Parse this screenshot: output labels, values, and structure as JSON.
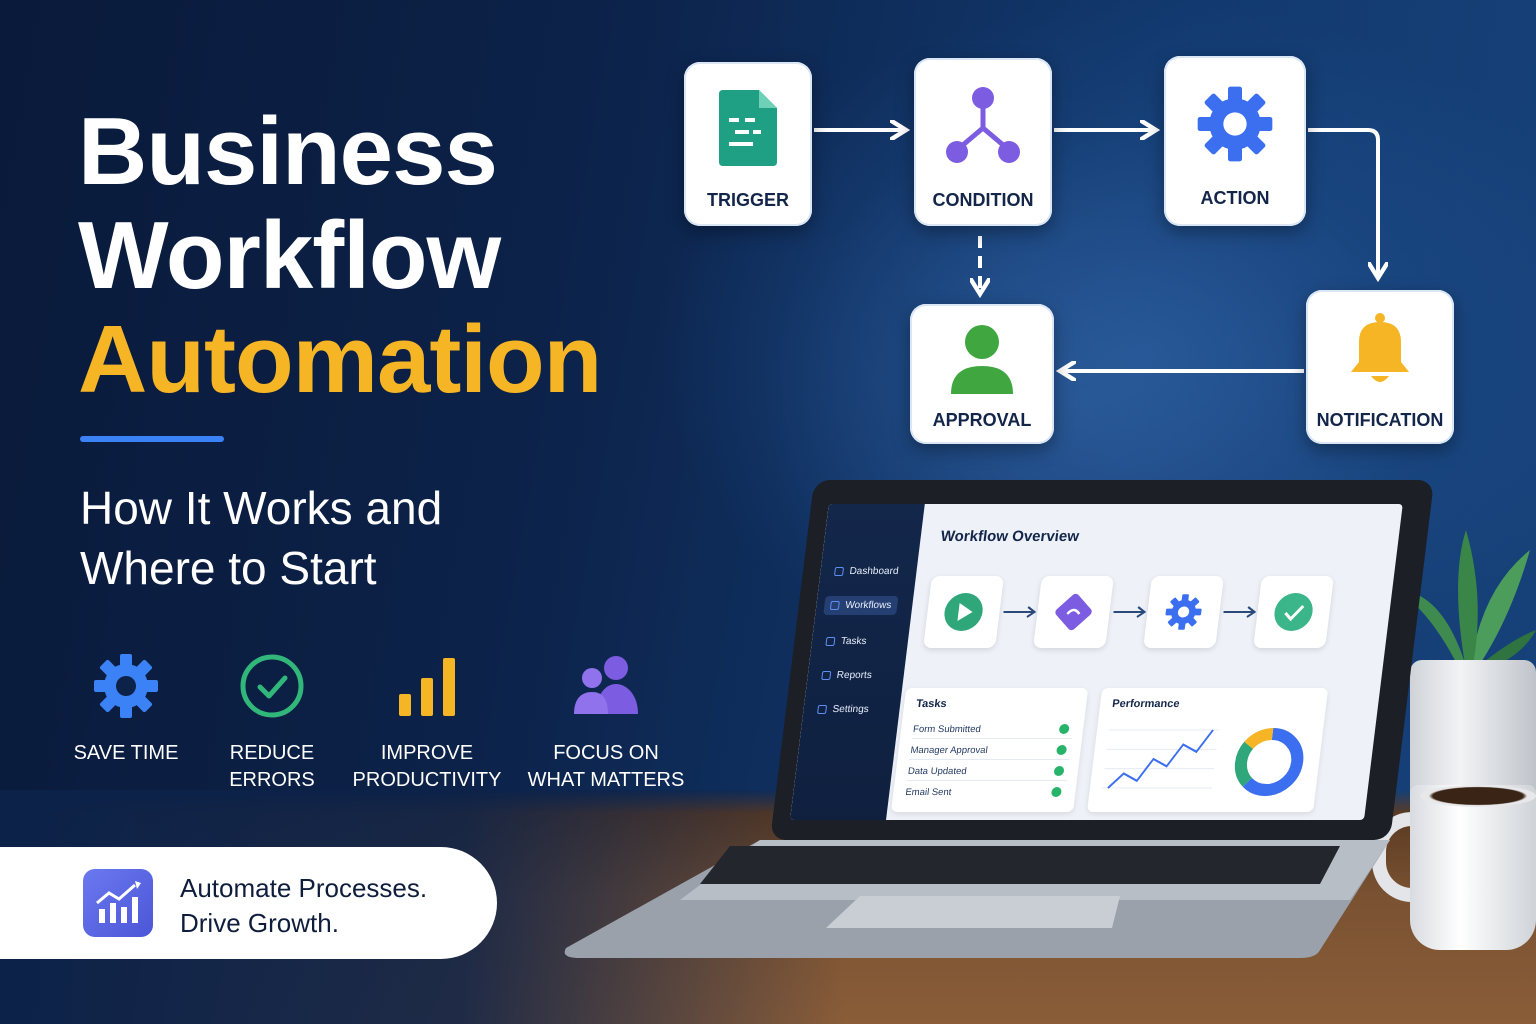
{
  "hero": {
    "title_line1": "Business",
    "title_line2": "Workflow",
    "title_line3": "Automation",
    "subtitle_line1": "How It Works and",
    "subtitle_line2": "Where to Start"
  },
  "colors": {
    "accent_yellow": "#f5b524",
    "accent_blue": "#3b82f6",
    "success_green": "#27b46a",
    "purple": "#7c5ce0"
  },
  "benefits": [
    {
      "icon": "gear-icon",
      "line1": "SAVE TIME",
      "line2": ""
    },
    {
      "icon": "check-circle-icon",
      "line1": "REDUCE",
      "line2": "ERRORS"
    },
    {
      "icon": "bar-chart-icon",
      "line1": "IMPROVE",
      "line2": "PRODUCTIVITY"
    },
    {
      "icon": "users-icon",
      "line1": "FOCUS ON",
      "line2": "WHAT MATTERS"
    }
  ],
  "tagline": {
    "icon": "growth-chart-icon",
    "line1": "Automate Processes.",
    "line2": "Drive Growth."
  },
  "flow": {
    "nodes": [
      {
        "id": "trigger",
        "label": "TRIGGER",
        "icon": "document-icon"
      },
      {
        "id": "condition",
        "label": "CONDITION",
        "icon": "branch-icon"
      },
      {
        "id": "action",
        "label": "ACTION",
        "icon": "gear-icon"
      },
      {
        "id": "notification",
        "label": "NOTIFICATION",
        "icon": "bell-icon"
      },
      {
        "id": "approval",
        "label": "APPROVAL",
        "icon": "user-icon"
      }
    ]
  },
  "app": {
    "title": "Workflow Overview",
    "sidebar": [
      {
        "label": "Dashboard",
        "icon": "home-icon"
      },
      {
        "label": "Workflows",
        "icon": "workflow-icon",
        "active": true
      },
      {
        "label": "Tasks",
        "icon": "clipboard-icon"
      },
      {
        "label": "Reports",
        "icon": "report-icon"
      },
      {
        "label": "Settings",
        "icon": "gear-icon"
      }
    ],
    "steps": [
      "play-icon",
      "branch-diamond-icon",
      "gear-icon",
      "check-circle-icon"
    ],
    "tasks": {
      "title": "Tasks",
      "items": [
        "Form Submitted",
        "Manager Approval",
        "Data Updated",
        "Email Sent"
      ]
    },
    "performance": {
      "title": "Performance",
      "line_values": [
        2,
        3,
        2.5,
        4,
        3.5,
        5,
        4.5,
        6
      ],
      "donut_shares": [
        0.62,
        0.23,
        0.15
      ]
    }
  }
}
